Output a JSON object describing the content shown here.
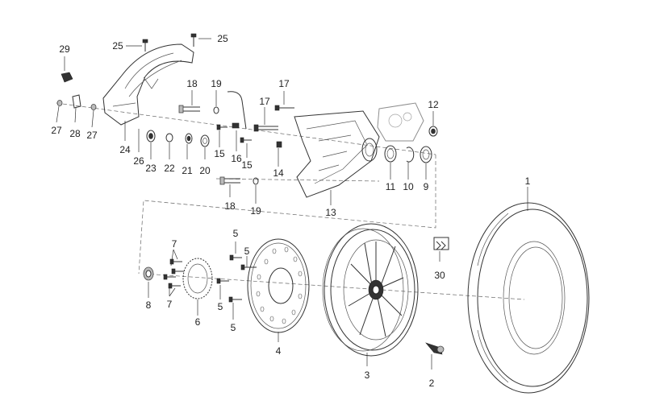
{
  "callouts": [
    {
      "id": "c1",
      "text": "1"
    },
    {
      "id": "c2",
      "text": "2"
    },
    {
      "id": "c3",
      "text": "3"
    },
    {
      "id": "c4",
      "text": "4"
    },
    {
      "id": "c5a",
      "text": "5"
    },
    {
      "id": "c5b",
      "text": "5"
    },
    {
      "id": "c5c",
      "text": "5"
    },
    {
      "id": "c5d",
      "text": "5"
    },
    {
      "id": "c6",
      "text": "6"
    },
    {
      "id": "c7a",
      "text": "7"
    },
    {
      "id": "c7b",
      "text": "7"
    },
    {
      "id": "c8",
      "text": "8"
    },
    {
      "id": "c9",
      "text": "9"
    },
    {
      "id": "c10",
      "text": "10"
    },
    {
      "id": "c11",
      "text": "11"
    },
    {
      "id": "c12",
      "text": "12"
    },
    {
      "id": "c13",
      "text": "13"
    },
    {
      "id": "c14",
      "text": "14"
    },
    {
      "id": "c15a",
      "text": "15"
    },
    {
      "id": "c15b",
      "text": "15"
    },
    {
      "id": "c16",
      "text": "16"
    },
    {
      "id": "c17a",
      "text": "17"
    },
    {
      "id": "c17b",
      "text": "17"
    },
    {
      "id": "c18a",
      "text": "18"
    },
    {
      "id": "c18b",
      "text": "18"
    },
    {
      "id": "c19a",
      "text": "19"
    },
    {
      "id": "c19b",
      "text": "19"
    },
    {
      "id": "c20",
      "text": "20"
    },
    {
      "id": "c21",
      "text": "21"
    },
    {
      "id": "c22",
      "text": "22"
    },
    {
      "id": "c23",
      "text": "23"
    },
    {
      "id": "c24",
      "text": "24"
    },
    {
      "id": "c25a",
      "text": "25"
    },
    {
      "id": "c25b",
      "text": "25"
    },
    {
      "id": "c26",
      "text": "26"
    },
    {
      "id": "c27a",
      "text": "27"
    },
    {
      "id": "c27b",
      "text": "27"
    },
    {
      "id": "c28",
      "text": "28"
    },
    {
      "id": "c29",
      "text": "29"
    },
    {
      "id": "c30",
      "text": "30"
    }
  ]
}
